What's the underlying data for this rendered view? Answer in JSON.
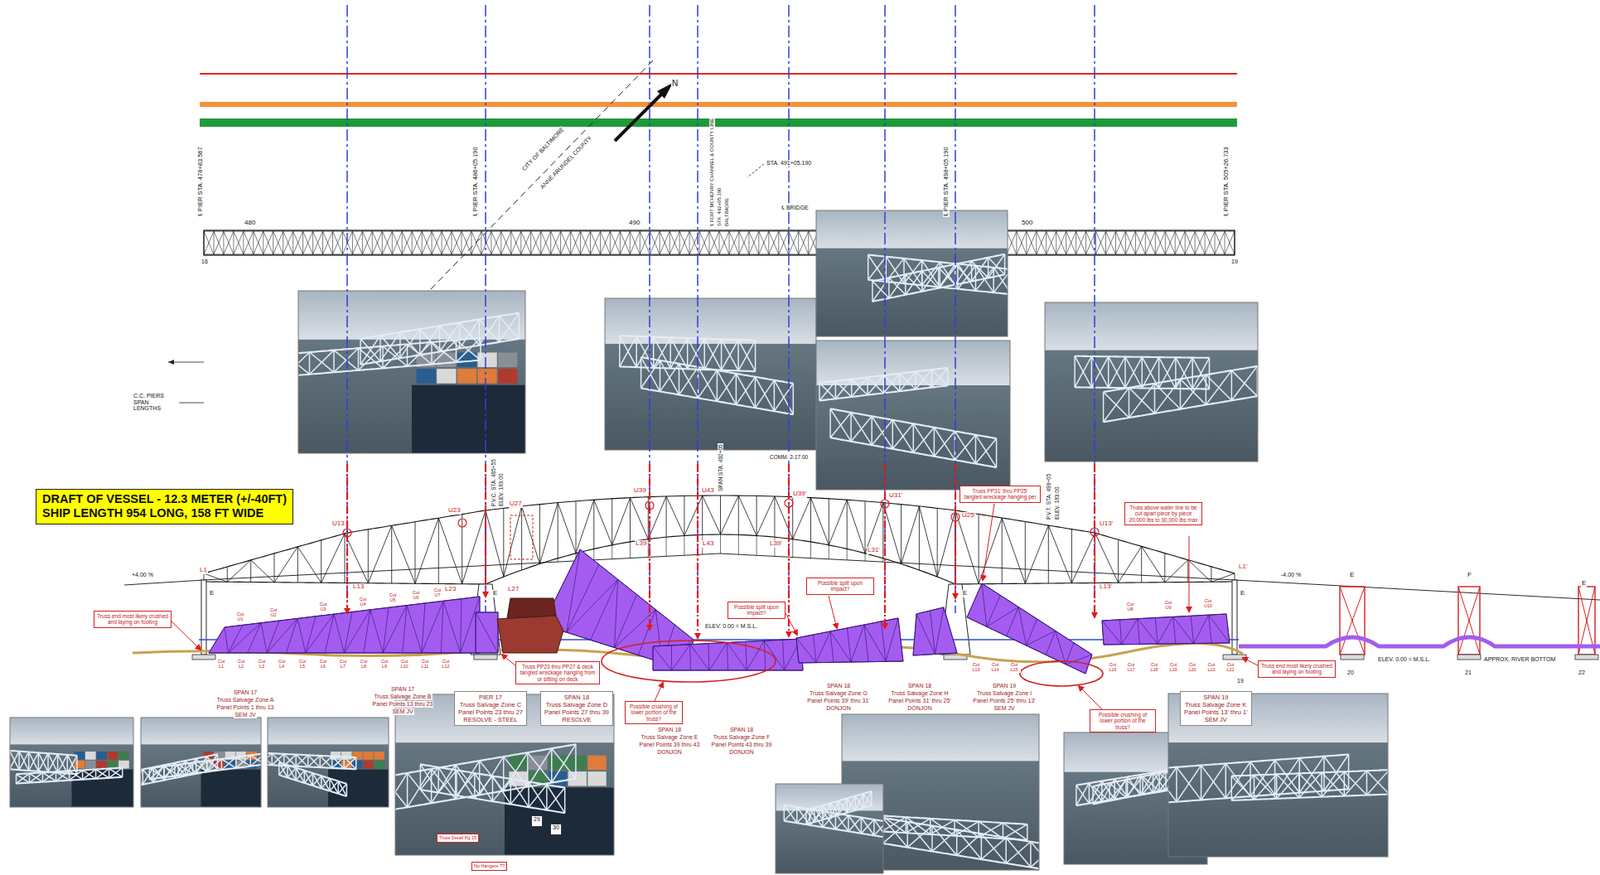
{
  "diagram": {
    "nodes": [
      {
        "text": [
          "DRAFT OF VESSEL - 12.3 METER (+/-40FT)",
          "SHIP LENGTH 954 LONG, 158 FT WIDE"
        ]
      },
      {
        "text": [
          "Truss end most likely crushed and laying on footing"
        ]
      },
      {
        "text": [
          "Truss PP23 thru PP27 & deck tangled wreckage hanging from or sitting on deck"
        ]
      },
      {
        "text": [
          "Possible crushing of lower portion of the truss?"
        ]
      },
      {
        "text": [
          "Possible split upon impact?"
        ]
      },
      {
        "text": [
          "Possible split upon impact?"
        ]
      },
      {
        "text": [
          "Truss PP31' thru PP25' tangled wreckage hanging per"
        ]
      },
      {
        "text": [
          "Truss above water line to be cut apart piece by piece 20,000 lbs to 30,000 lbs max"
        ]
      },
      {
        "text": [
          "Possible crushing of lower portion of the truss?"
        ]
      },
      {
        "text": [
          "Truss end most likely crushed and laying on footing"
        ]
      },
      {
        "text": [
          "PIER 17",
          "Truss Salvage Zone C",
          "Panel Points 23 thru 27",
          "RESOLVE - STEEL"
        ]
      },
      {
        "text": [
          "SPAN 18",
          "Truss Salvage Zone D",
          "Panel Points 27 thru 39",
          "RESOLVE"
        ]
      },
      {
        "text": [
          "SPAN 19",
          "Truss Salvage Zone K",
          "Panel Points 13' thru 1'",
          "SEM JV"
        ]
      },
      {
        "text": [
          "Truss Detail Pg 15"
        ]
      },
      {
        "text": [
          "No Hangers ??"
        ]
      },
      {
        "text": [
          "29"
        ]
      },
      {
        "text": [
          "30"
        ]
      }
    ],
    "labels": [
      "℄ PIER STA. 478+83.567",
      "℄ PIER STA. 486+05.190",
      "CITY OF BALTIMORE",
      "ANNE ARUNDEL COUNTY",
      "℄ FORT MCHENRY CHANNEL & COUNTY LINE",
      "STA. 492+05.190",
      "BALTIMORE",
      "STA. 491+05.190",
      "℄ BRIDGE",
      "℄ PIER STA. 498+05.190",
      "℄ PIER STA. 505+26.733",
      "480",
      "490",
      "500",
      "16",
      "19",
      "C.C. PIERS SPAN LENGTHS",
      "P.V.C. STA. 485+55",
      "ELEV. 183.00",
      "SPAN STA. 492+05",
      "COMM. 2-17.00",
      "P.V.T. STA. 498+05",
      "ELEV. 183.00",
      "U13",
      "L13",
      "U23",
      "L23",
      "U27",
      "L27",
      "U39",
      "L39",
      "U43",
      "L43",
      "U39'",
      "L39'",
      "U31'",
      "L31'",
      "U25'",
      "U13'",
      "L13'",
      "L1",
      "L1'",
      "E",
      "E",
      "E",
      "E",
      "E",
      "F",
      "E",
      "+4.00 %",
      "-4.00 %",
      "ELEV. 0.00 = M.S.L.",
      "ELEV. 0.00 = M.S.L.",
      "APPROX. RIVER BOTTOM",
      "Cut U1",
      "Cut U2",
      "Cut U3",
      "Cut U4",
      "Cut U5",
      "Cut U6",
      "Cut U7",
      "Cut U8",
      "Cut U9",
      "Cut U10",
      "Cut L1",
      "Cut L2",
      "Cut L3",
      "Cut L4",
      "Cut L5",
      "Cut L6",
      "Cut L7",
      "Cut L8",
      "Cut L9",
      "Cut L10",
      "Cut L11",
      "Cut L12",
      "Cut L13",
      "Cut L14",
      "Cut L15",
      "Cut L16",
      "Cut L17",
      "Cut L18",
      "Cut L19",
      "Cut L20",
      "Cut L21",
      "Cut L22",
      "19",
      "20",
      "21",
      "22",
      "SPAN 17",
      "Truss Salvage Zone A",
      "Panel Points 1 thru 13",
      "SEM JV",
      "SPAN 17",
      "Truss Salvage Zone B",
      "Panel Points 13 thru 23",
      "SEM JV",
      "SPAN 18",
      "Truss Salvage Zone E",
      "Panel Points 39 thru 43",
      "DONJON",
      "SPAN 18",
      "Truss Salvage Zone F",
      "Panel Points 43 thru 39",
      "DONJON",
      "SPAN 18",
      "Truss Salvage Zone G",
      "Panel Points 39' thru 31'",
      "DONJON",
      "SPAN 18",
      "Truss Salvage Zone H",
      "Panel Points 31' thru 25'",
      "DONJON",
      "SPAN 19",
      "Truss Salvage Zone I",
      "Panel Points 25' thru 13'",
      "SEM JV",
      "N"
    ]
  }
}
